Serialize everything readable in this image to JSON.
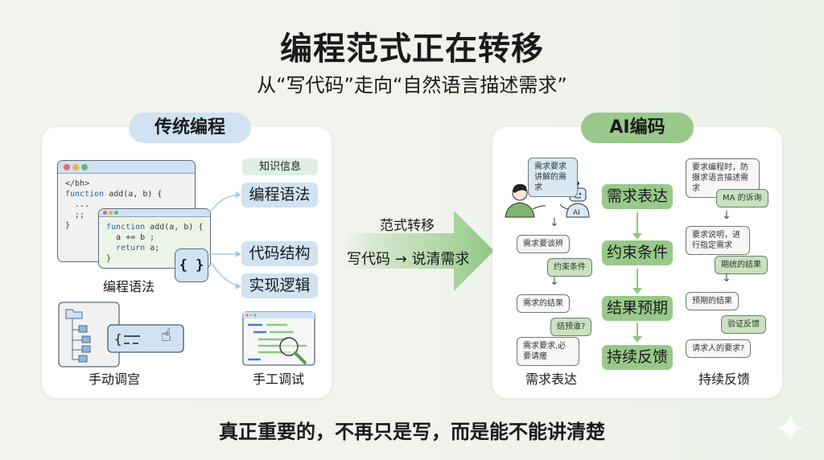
{
  "header": {
    "title": "编程范式正在转移",
    "subtitle": "从“写代码”走向“自然语言描述需求”"
  },
  "left_panel": {
    "title": "传统编程",
    "code_window_back": {
      "icon": "window-dots-icon",
      "lines": [
        "</bh>",
        "function add(a, b) {",
        "  ...",
        "  ;;",
        "}"
      ]
    },
    "code_window_front": {
      "lines": [
        "function add(a, b) {",
        "  a += b ;",
        "  return a;",
        "}"
      ]
    },
    "braces_icon": "{ }",
    "code_caption": "编程语法",
    "knowledge_tag": "知识信息",
    "knowledge_items": [
      "编程语法",
      "代码结构",
      "实现逻辑"
    ],
    "manual_tune_caption": "手动调宫",
    "manual_debug_caption": "手工调试",
    "colors": {
      "accent": "#cfe3f2",
      "tag": "#def0e5"
    }
  },
  "middle": {
    "title": "范式转移",
    "subtitle": "写代码 → 说清需求",
    "arrow_color": "#8fc684"
  },
  "right_panel": {
    "title": "AI编码",
    "flow_steps": [
      "需求表达",
      "约束条件",
      "结果预期",
      "持续反馈"
    ],
    "robot_label": "AI",
    "left_bubbles": [
      {
        "text": "需求要求讲解的需求",
        "style": "blue"
      },
      {
        "text": "需求要谈辨",
        "style": "white"
      },
      {
        "text": "约束条件",
        "style": "green"
      },
      {
        "text": "需求的结果",
        "style": "white"
      },
      {
        "text": "结预谁?",
        "style": "green"
      },
      {
        "text": "需求要求,必要请瘥",
        "style": "white"
      }
    ],
    "right_bubbles": [
      {
        "text": "要求编程时，防摄求语言描述需求",
        "style": "white"
      },
      {
        "text": "MA 的诉询",
        "style": "green"
      },
      {
        "text": "要求说明，进行指定需求",
        "style": "white"
      },
      {
        "text": "期统的结果",
        "style": "green"
      },
      {
        "text": "预期的结果",
        "style": "white"
      },
      {
        "text": "验证反馈",
        "style": "green"
      },
      {
        "text": "请求人的要求?",
        "style": "white"
      }
    ],
    "left_caption": "需求表达",
    "right_caption": "持续反馈",
    "colors": {
      "accent": "#98c98a"
    }
  },
  "footer": {
    "text": "真正重要的，不再只是写，而是能不能讲清楚",
    "icon": "sparkle-icon"
  }
}
